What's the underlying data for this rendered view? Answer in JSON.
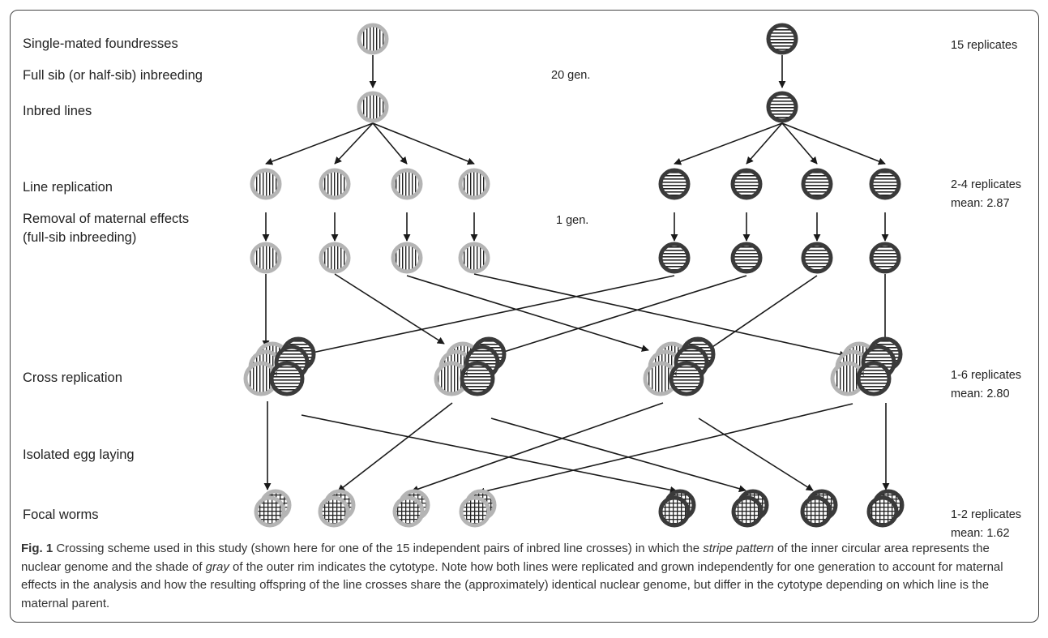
{
  "stages": {
    "foundresses": "Single-mated foundresses",
    "inbreeding": "Full sib (or half-sib) inbreeding",
    "inbred_lines": "Inbred lines",
    "line_replication": "Line replication",
    "maternal_1": "Removal of maternal effects",
    "maternal_2": "(full-sib inbreeding)",
    "cross_replication": "Cross replication",
    "egg_laying": "Isolated egg laying",
    "focal_worms": "Focal worms"
  },
  "generations": {
    "inbreeding": "20 gen.",
    "maternal": "1 gen."
  },
  "replicates": {
    "foundresses": "15 replicates",
    "line_1": "2-4 replicates",
    "line_2": "mean: 2.87",
    "cross_1": "1-6 replicates",
    "cross_2": "mean: 2.80",
    "focal_1": "1-2 replicates",
    "focal_2": "mean: 1.62"
  },
  "caption": {
    "fig": "Fig. 1",
    "t1": " Crossing scheme used in this study (shown here for one of the 15 independent pairs of inbred line crosses) in which the ",
    "i1": "stripe pattern",
    "t2": " of the inner circular area represents the nuclear genome and the shade of ",
    "i2": "gray",
    "t3": " of the outer rim indicates the cytotype. Note how both lines were replicated and grown independently for one generation to account for maternal effects in the analysis and how the resulting offspring of the line crosses share the (approximately) identical nuclear genome, but differ in the cytotype depending on which line is the maternal parent."
  },
  "colors": {
    "light_rim": "#b4b4b4",
    "dark_rim": "#3a3a3a",
    "stripe": "#222222",
    "arrow": "#1a1a1a"
  }
}
